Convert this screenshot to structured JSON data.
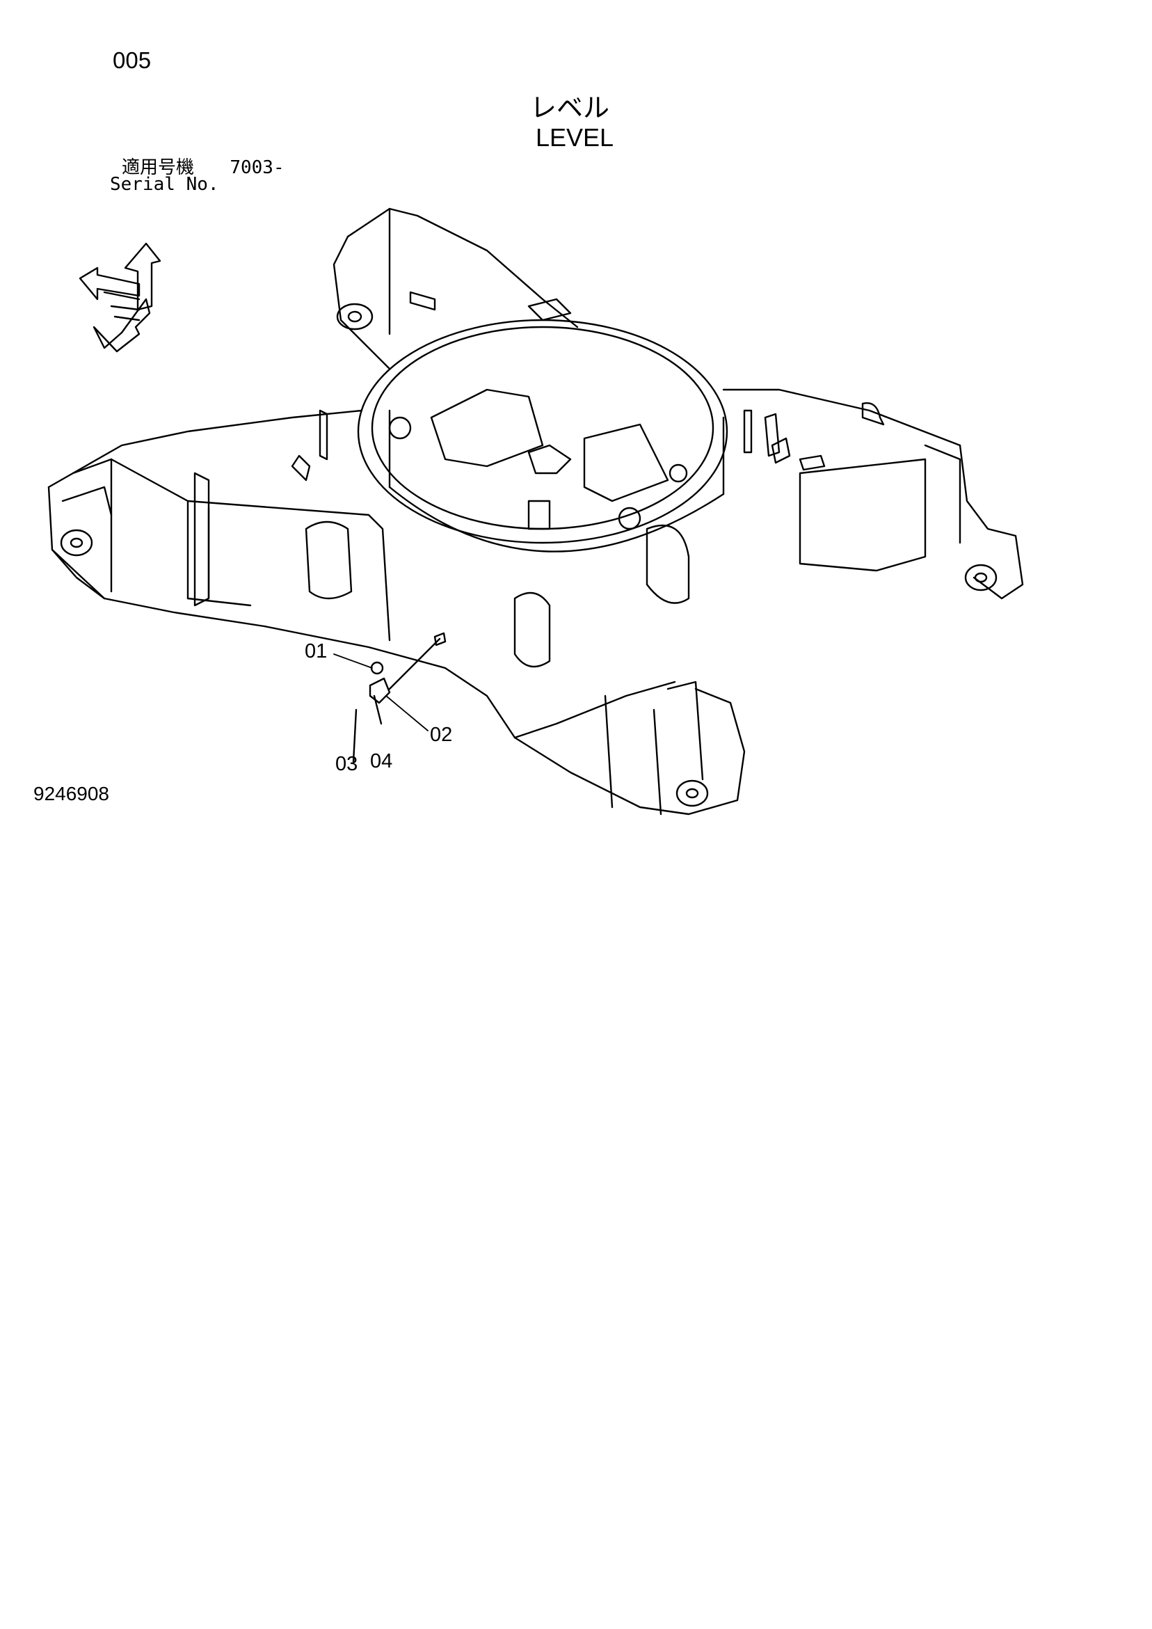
{
  "page_number": "005",
  "title": {
    "japanese": "レベル",
    "english": "LEVEL"
  },
  "serial": {
    "label_jp": "適用号機",
    "value": "7003-",
    "label_en": "Serial No."
  },
  "drawing_number": "9246908",
  "callouts": [
    "01",
    "02",
    "03",
    "04"
  ],
  "icons": {
    "orientation": "direction-arrows-icon",
    "main": "undercarriage-frame-drawing"
  }
}
